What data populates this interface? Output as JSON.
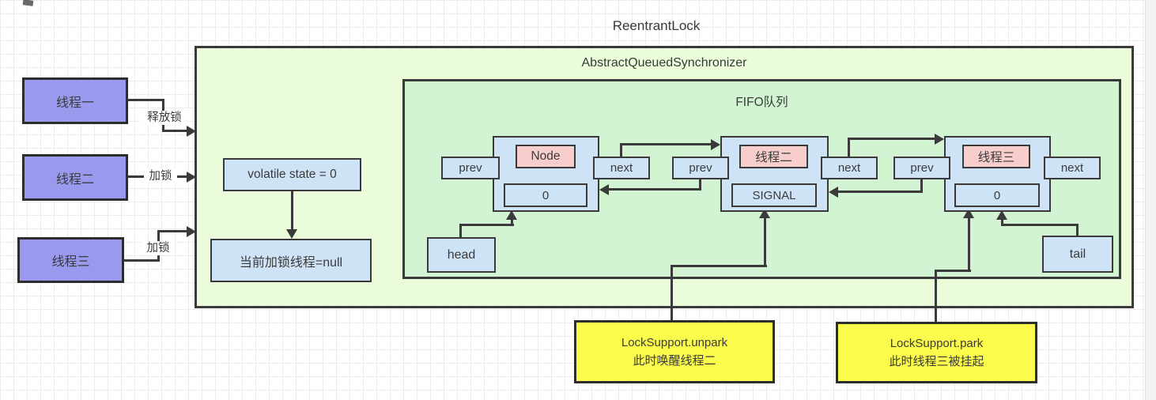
{
  "diagram": {
    "title": "ReentrantLock",
    "aqs": {
      "title": "AbstractQueuedSynchronizer",
      "state_box": "volatile state = 0",
      "owner_box": "当前加锁线程=null"
    },
    "fifo": {
      "title": "FIFO队列",
      "head": "head",
      "tail": "tail",
      "nodes": [
        {
          "label": "Node",
          "wait_status": "0",
          "prev": "prev",
          "next": "next"
        },
        {
          "label": "线程二",
          "wait_status": "SIGNAL",
          "prev": "prev",
          "next": "next"
        },
        {
          "label": "线程三",
          "wait_status": "0",
          "prev": "prev",
          "next": "next"
        }
      ]
    },
    "threads": [
      {
        "label": "线程一",
        "action": "释放锁"
      },
      {
        "label": "线程二",
        "action": "加锁"
      },
      {
        "label": "线程三",
        "action": "加锁"
      }
    ],
    "notes": [
      {
        "title": "LockSupport.unpark",
        "subtitle": "此时唤醒线程二"
      },
      {
        "title": "LockSupport.park",
        "subtitle": "此时线程三被挂起"
      }
    ],
    "colors": {
      "thread_fill": "#9999ee",
      "node_fill": "#cfe3f7",
      "node_label_fill": "#f8cecc",
      "fifo_fill": "#d2f4d2",
      "aqs_fill": "#eafcd9",
      "note_fill": "#fbfb4b",
      "line": "#3a3a3a",
      "text": "#3a3a3a"
    }
  }
}
